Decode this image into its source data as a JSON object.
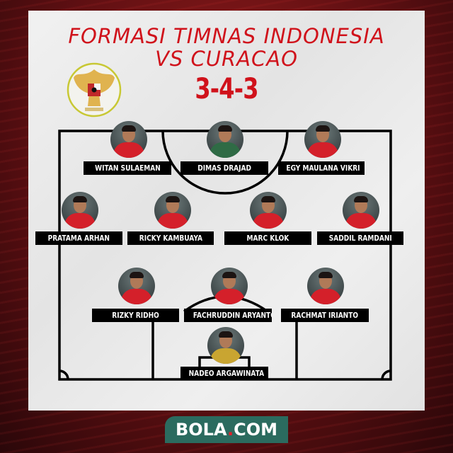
{
  "header": {
    "title_line1": "FORMASI TIMNAS INDONESIA",
    "title_line2": "VS CURACAO",
    "formation": "3-4-3"
  },
  "emblem": {
    "name": "garuda-pancasila-emblem",
    "ring_color": "#c8c834"
  },
  "players": {
    "forwards": [
      {
        "name": "WITAN SULAEMAN"
      },
      {
        "name": "DIMAS DRAJAD"
      },
      {
        "name": "EGY MAULANA VIKRI"
      }
    ],
    "midfielders": [
      {
        "name": "PRATAMA ARHAN"
      },
      {
        "name": "RICKY KAMBUAYA"
      },
      {
        "name": "MARC KLOK"
      },
      {
        "name": "SADDIL RAMDANI"
      }
    ],
    "defenders": [
      {
        "name": "RIZKY RIDHO"
      },
      {
        "name": "FACHRUDDIN ARYANTO"
      },
      {
        "name": "RACHMAT IRIANTO"
      }
    ],
    "goalkeeper": {
      "name": "NADEO ARGAWINATA"
    }
  },
  "brand": {
    "part1": "BOLA",
    "dot": ".",
    "part2": "COM",
    "color": "#2b6b5f"
  },
  "colors": {
    "accent": "#d0121b",
    "label_bg": "#000000"
  }
}
